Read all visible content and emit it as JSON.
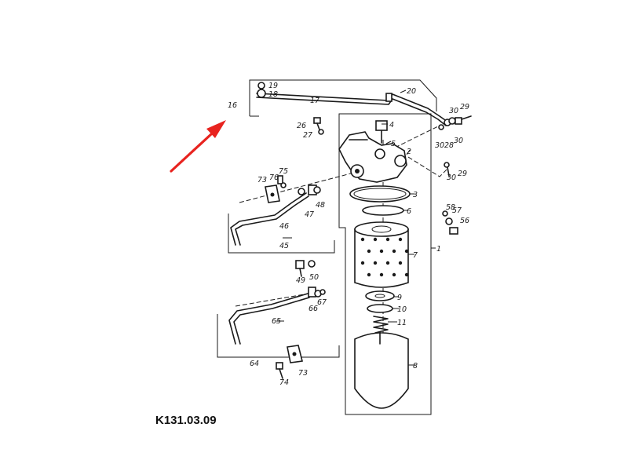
{
  "document": {
    "code": "K131.03.09"
  },
  "accent_color": "#e8231f",
  "arrow": {
    "icon": "red-arrow-icon",
    "target": "16"
  },
  "callouts": {
    "c1": "1",
    "c2": "2",
    "c3": "3",
    "c4": "4",
    "c5": "5",
    "c6": "6",
    "c7": "7",
    "c8": "8",
    "c9": "9",
    "c10": "10",
    "c11": "11",
    "c16": "16",
    "c17": "17",
    "c18": "18",
    "c19": "19",
    "c20": "20",
    "c26": "26",
    "c27": "27",
    "c28": "28",
    "c29a": "29",
    "c29b": "29",
    "c30a": "30",
    "c30b": "30",
    "c30c": "30",
    "c30d": "30",
    "c45": "45",
    "c46": "46",
    "c47": "47",
    "c48": "48",
    "c49": "49",
    "c50": "50",
    "c56": "56",
    "c57": "57",
    "c58": "58",
    "c64": "64",
    "c65": "65",
    "c66": "66",
    "c67": "67",
    "c73a": "73",
    "c73b": "73",
    "c74": "74",
    "c75": "75",
    "c76": "76"
  }
}
